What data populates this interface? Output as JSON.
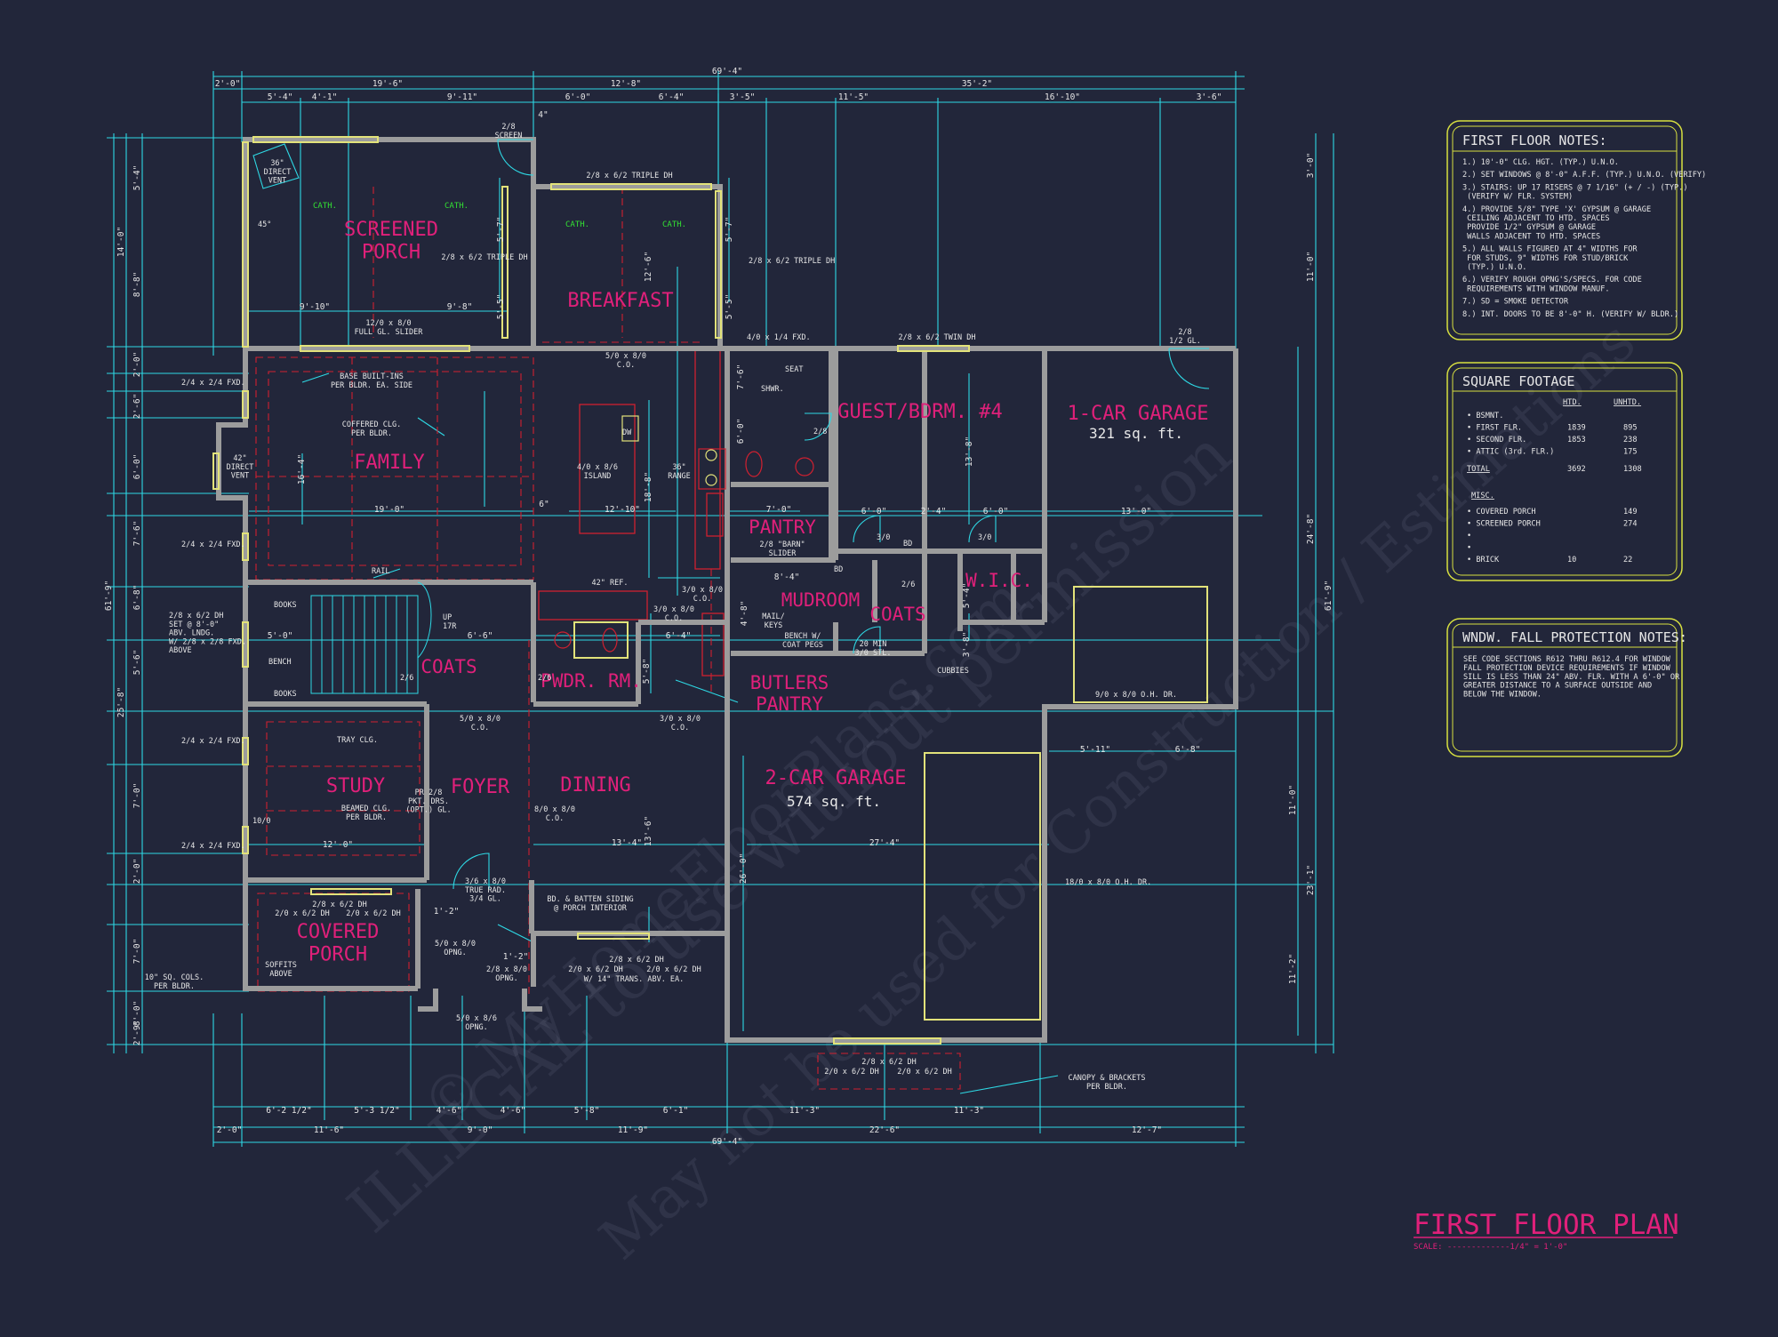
{
  "plan": {
    "title": "FIRST FLOOR PLAN",
    "scale_label": "SCALE: -------------1/4\" = 1'-0\"",
    "colors": {
      "background": "#22263a",
      "wall": "#9c9c9c",
      "dimension": "#2ed8e4",
      "room_label": "#e0207a",
      "window": "#e2e27a",
      "hidden": "#d02030",
      "panel_border": "#d8e040"
    },
    "watermark": [
      "ILLEGAL to use without permission",
      "© MyHomeFloorPlans.com",
      "May not be used for Construction / Estimations"
    ]
  },
  "rooms": {
    "screened_porch": "SCREENED\nPORCH",
    "breakfast": "BREAKFAST",
    "family": "FAMILY",
    "guest_bdrm": "GUEST/BDRM. #4",
    "garage1": "1-CAR GARAGE",
    "garage1_area": "321 sq. ft.",
    "garage2": "2-CAR GARAGE",
    "garage2_area": "574 sq. ft.",
    "study": "STUDY",
    "foyer": "FOYER",
    "dining": "DINING",
    "covered_porch": "COVERED\nPORCH",
    "mudroom": "MUDROOM",
    "pantry": "PANTRY",
    "butlers_pantry": "BUTLERS\nPANTRY",
    "pwdr": "PWDR. RM.",
    "coats1": "COATS",
    "coats2": "COATS",
    "wic": "W.I.C."
  },
  "labels": {
    "direct_vent_porch": "36\"\nDIRECT\nVENT",
    "deg45": "45°",
    "screen_door": "2/8\nSCREEN",
    "triple_dh_top": "2/8 x 6/2 TRIPLE DH",
    "triple_dh_porch": "2/8 x 6/2 TRIPLE DH",
    "triple_dh_right": "2/8 x 6/2 TRIPLE DH",
    "cath1": "CATH.",
    "cath2": "CATH.",
    "cath3": "CATH.",
    "cath4": "CATH.",
    "slider": "12/0 x 8/0\nFULL GL. SLIDER",
    "co_family": "5/0 x 8/0\nC.O.",
    "fxd_41": "4/0 x 1/4 FXD.",
    "twin_dh": "2/8 x 6/2 TWIN DH",
    "gl_door": "2/8\n1/2 GL.",
    "fxd1": "2/4 x 2/4 FXD.",
    "base_builtins": "BASE BUILT-INS\nPER BLDR. EA. SIDE",
    "coffered": "COFFERED CLG.\nPER BLDR.",
    "direct_vent_family": "42\"\nDIRECT\nVENT",
    "fxd2": "2/4 x 2/4 FXD.",
    "dw": "DW",
    "island": "4/0 x 8/6\nISLAND",
    "range": "36\"\nRANGE",
    "seat": "SEAT",
    "shwr": "SHWR.",
    "door_28": "2/8",
    "barn_slider": "2/8 \"BARN\"\nSLIDER",
    "bd1": "BD",
    "bd2": "BD",
    "door_30a": "3/0",
    "door_30b": "3/0",
    "door_26a": "2/6",
    "rail": "RAIL",
    "books1": "BOOKS",
    "bench": "BENCH",
    "books2": "BOOKS",
    "up": "UP\n17R",
    "dh_stair": "2/8 x 6/2 DH\nSET @ 8'-0\"\nABV. LNDG.\nW/ 2/8 x 2/8 FXD.\nABOVE",
    "ref": "42\" REF.",
    "co_kitchen": "3/0 x 8/0\nC.O.",
    "co_kitchen2": "3/0 x 8/0\nC.O.",
    "mail_keys": "MAIL/\nKEYS",
    "bench_coat": "BENCH W/\nCOAT PEGS",
    "stl_door": "20 MIN\n3/0 STL.",
    "cubbies": "CUBBIES",
    "door_26b": "2/6",
    "door_26c": "2/6",
    "co_foyer": "5/0 x 8/0\nC.O.",
    "co_butler": "3/0 x 8/0\nC.O.",
    "fxd3": "2/4 x 2/4 FXD.",
    "tray": "TRAY CLG.",
    "beamed": "BEAMED CLG.\nPER BLDR.",
    "study_drs": "PR 2/8\nPKT. DRS.\n(OPT.) GL.",
    "co_dining": "8/0 x 8/0\nC.O.",
    "ohdr1": "9/0 x 8/0 O.H. DR.",
    "ohdr2": "18/0 x 8/0 O.H. DR.",
    "fxd4": "2/4 x 2/4 FXD.",
    "study_10": "10/0",
    "dh_porch1": "2/8 x 6/2 DH",
    "dh_porch2": "2/0 x 6/2 DH",
    "dh_porch3": "2/0 x 6/2 DH",
    "true_rad": "3/6 x 8/0\nTRUE RAD.\n3/4 GL.",
    "batten": "BD. & BATTEN SIDING\n@ PORCH INTERIOR",
    "soffits": "SOFFITS\nABOVE",
    "cols": "10\" SQ. COLS.\nPER BLDR.",
    "opng1": "5/0 x 8/0\nOPNG.",
    "opng2": "2/8 x 8/0\nOPNG.",
    "dh_dining1": "2/8 x 6/2 DH",
    "dh_dining2": "2/0 x 6/2 DH",
    "dh_dining3": "2/0 x 6/2 DH",
    "trans": "W/ 14\" TRANS. ABV. EA.",
    "opng3": "5/0 x 8/6\nOPNG.",
    "dh_garage1": "2/8 x 6/2 DH",
    "dh_garage2": "2/0 x 6/2 DH",
    "dh_garage3": "2/0 x 6/2 DH",
    "canopy": "CANOPY & BRACKETS\nPER BLDR."
  },
  "dims": {
    "overall_top": "69'-4\"",
    "overall_bottom": "69'-4\"",
    "top_row1": [
      "2'-0\"",
      "19'-6\"",
      "12'-8\"",
      "35'-2\""
    ],
    "top_row2": [
      "5'-4\"",
      "4'-1\"",
      "9'-11\"",
      "6'-0\"",
      "6'-4\"",
      "3'-5\"",
      "11'-5\"",
      "16'-10\"",
      "3'-6\""
    ],
    "bottom_row1": [
      "6'-2 1/2\"",
      "5'-3 1/2\"",
      "4'-6\"",
      "4'-6\"",
      "5'-8\"",
      "6'-1\"",
      "11'-3\"",
      "11'-3\""
    ],
    "bottom_row2": [
      "2'-0\"",
      "11'-6\"",
      "9'-0\"",
      "11'-9\"",
      "22'-6\"",
      "12'-7\""
    ],
    "left_outer": "61'-9\"",
    "left_mid": [
      "14'-0\"",
      "25'-8\""
    ],
    "left_inner": [
      "5'-4\"",
      "8'-8\"",
      "2'-0\"",
      "2'-6\"",
      "6'-0\"",
      "7'-6\"",
      "6'-8\"",
      "5'-6\"",
      "7'-0\"",
      "2'-0\"",
      "7'-0\"",
      "8'-0\"",
      "2'-9\""
    ],
    "right_outer": "61'-9\"",
    "right_inner": [
      "3'-0\"",
      "11'-0\"",
      "24'-8\"",
      "23'-1\""
    ],
    "right_more": [
      "11'-0\"",
      "11'-2\""
    ],
    "interior": {
      "porch_w1": "9'-10\"",
      "porch_w2": "9'-8\"",
      "family_w": "19'-0\"",
      "island_w": "12'-10\"",
      "guest_w": "13'-0\"",
      "garage_w": "27'-4\"",
      "study_w": "12'-0\"",
      "dining_w": "13'-4\"",
      "kitchen_v": "18'-8\"",
      "breakfast_v": "12'-6\"",
      "family_v": "16'-4\"",
      "guest_v": "13'-8\"",
      "dining_v": "13'-6\"",
      "garage2_v": "26'-0\"",
      "g_dim1": "5'-11\"",
      "g_dim2": "6'-8\"",
      "mud_dim": "8'-4\"",
      "pantry_d": "7'-0\"",
      "stair_w": "5'-0\"",
      "stair_w2": "6'-6\"",
      "coat_d": "6'-4\"",
      "closet_d": "6'-0\"",
      "closet_d2": "2'-4\"",
      "closet_d3": "6'-0\"",
      "wic_v": "5'-4\"",
      "cub_v": "3'-8\"",
      "bath_v": "7'-6\"",
      "bath_v2": "6'-0\"",
      "porch_v1": "5'-7\"",
      "porch_v2": "5'-5\"",
      "bkfst_v1": "5'-7\"",
      "bkfst_v2": "5'-5\"",
      "pwdr_v": "5'-8\"",
      "mud_v": "4'-8\"",
      "sm1": "1'-2\"",
      "sm2": "1'-2\"",
      "sm3": "4\"",
      "sm4": "6\""
    }
  },
  "notes": {
    "title": "FIRST FLOOR NOTES:",
    "items": [
      "1.) 10'-0\" CLG. HGT. (TYP.) U.N.O.",
      "2.) SET WINDOWS @ 8'-0\" A.F.F. (TYP.) U.N.O. (VERIFY)",
      "3.) STAIRS: UP 17 RISERS @ 7 1/16\" (+ / -) (TYP.)\n   (VERIFY W/ FLR. SYSTEM)",
      "4.) PROVIDE 5/8\" TYPE 'X' GYPSUM @ GARAGE\n   CEILING ADJACENT TO HTD. SPACES\n   PROVIDE 1/2\" GYPSUM @ GARAGE\n   WALLS ADJACENT TO HTD. SPACES",
      "5.) ALL WALLS FIGURED AT 4\" WIDTHS FOR\n   FOR STUDS, 9\" WIDTHS FOR STUD/BRICK\n   (TYP.) U.N.O.",
      "6.) VERIFY ROUGH OPNG'S/SPECS. FOR CODE\n   REQUIREMENTS WITH WINDOW MANUF.",
      "7.) SD = SMOKE DETECTOR",
      "8.) INT. DOORS TO BE 8'-0\" H. (VERIFY W/ BLDR.)"
    ]
  },
  "square_footage": {
    "title": "SQUARE FOOTAGE",
    "col_htd": "HTD.",
    "col_unhtd": "UNHTD.",
    "rows": [
      {
        "name": "• BSMNT.",
        "htd": "",
        "unhtd": ""
      },
      {
        "name": "• FIRST FLR.",
        "htd": "1839",
        "unhtd": "895"
      },
      {
        "name": "• SECOND FLR.",
        "htd": "1853",
        "unhtd": "238"
      },
      {
        "name": "• ATTIC (3rd. FLR.)",
        "htd": "",
        "unhtd": "175"
      }
    ],
    "total": {
      "name": "TOTAL",
      "htd": "3692",
      "unhtd": "1308"
    },
    "misc_title": "MISC.",
    "misc": [
      {
        "name": "• COVERED PORCH",
        "htd": "",
        "unhtd": "149"
      },
      {
        "name": "• SCREENED PORCH",
        "htd": "",
        "unhtd": "274"
      },
      {
        "name": "•",
        "htd": "",
        "unhtd": ""
      },
      {
        "name": "•",
        "htd": "",
        "unhtd": ""
      },
      {
        "name": "• BRICK",
        "htd": "10",
        "unhtd": "22"
      }
    ]
  },
  "fall_protection": {
    "title": "WNDW. FALL PROTECTION NOTES:",
    "text": "SEE CODE SECTIONS R612 THRU R612.4 FOR WINDOW\nFALL PROTECTION DEVICE REQUIREMENTS IF WINDOW\nSILL IS LESS THAN 24\" ABV. FLR. WITH A 6'-0\" OR\nGREATER DISTANCE TO A SURFACE OUTSIDE AND\nBELOW THE WINDOW."
  }
}
